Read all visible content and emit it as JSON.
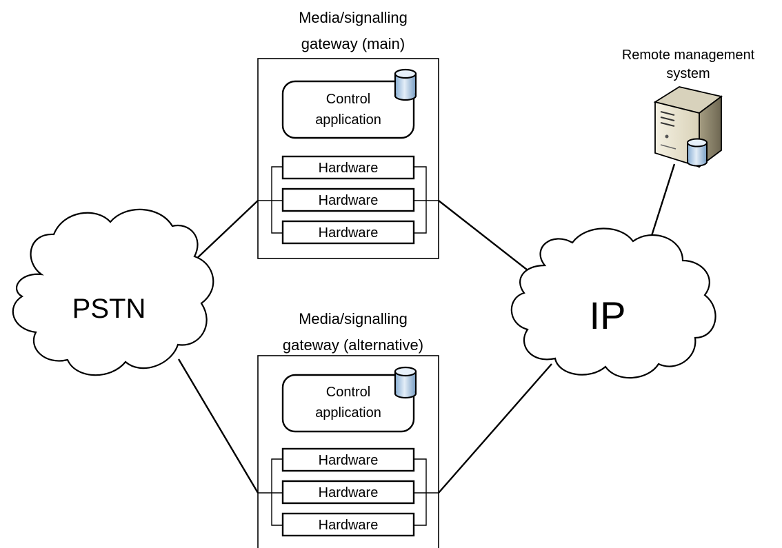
{
  "clouds": {
    "pstn": {
      "label": "PSTN"
    },
    "ip": {
      "label": "IP"
    }
  },
  "gateways": {
    "main": {
      "title_line1": "Media/signalling",
      "title_line2": "gateway (main)",
      "control_line1": "Control",
      "control_line2": "application",
      "hardware": [
        "Hardware",
        "Hardware",
        "Hardware"
      ]
    },
    "alternative": {
      "title_line1": "Media/signalling",
      "title_line2": "gateway (alternative)",
      "control_line1": "Control",
      "control_line2": "application",
      "hardware": [
        "Hardware",
        "Hardware",
        "Hardware"
      ]
    }
  },
  "management": {
    "line1": "Remote management",
    "line2": "system",
    "icon": "server-icon"
  },
  "colors": {
    "db_fill": "#cfe2f3",
    "db_top": "#e8f1fa",
    "server_front": "#ece7d6",
    "server_side": "#b9b29a",
    "server_top": "#d8d2bc"
  }
}
